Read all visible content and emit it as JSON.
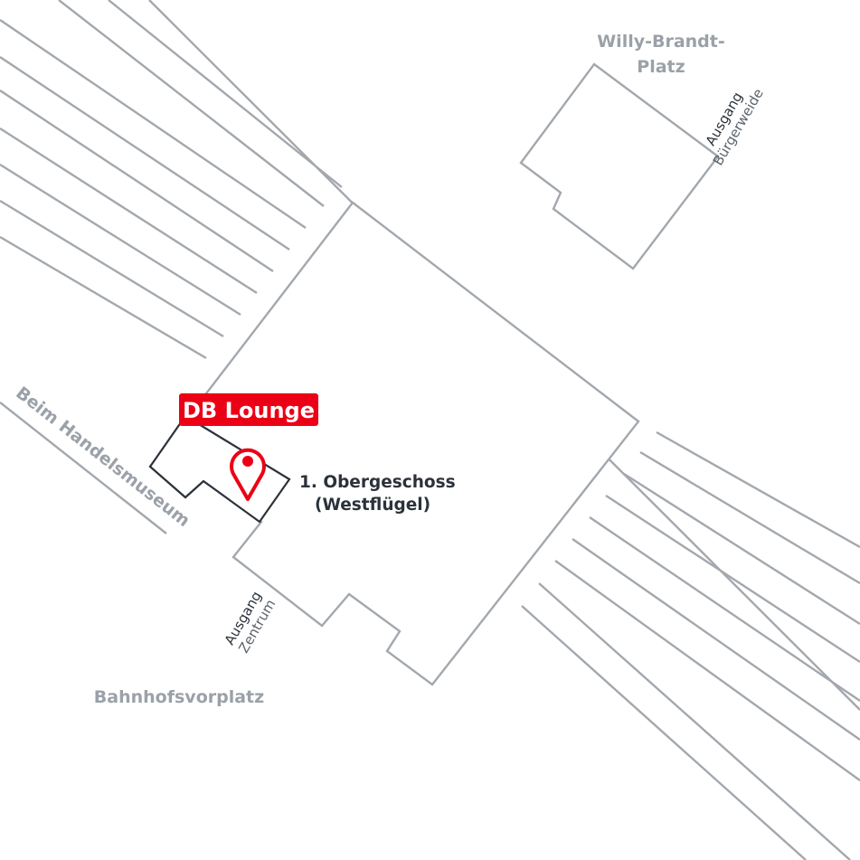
{
  "labels": {
    "square_line1": "Willy-Brandt-",
    "square_line2": "Platz",
    "exit_north_line1": "Ausgang",
    "exit_north_line2": "Bürgerweide",
    "street": "Beim Handelsmuseum",
    "lounge_badge": "DB Lounge",
    "floor_line1": "1. Obergeschoss",
    "floor_line2": "(Westflügel)",
    "exit_south_line1": "Ausgang",
    "exit_south_line2": "Zentrum",
    "forecourt": "Bahnhofsvorplatz"
  },
  "colors": {
    "lines": "#a3a8ae",
    "text_gray": "#9ba1a8",
    "text_dark": "#2b323a",
    "accent_red": "#ec0016",
    "background": "#ffffff"
  },
  "icons": {
    "lounge_marker": "map-pin-icon"
  }
}
